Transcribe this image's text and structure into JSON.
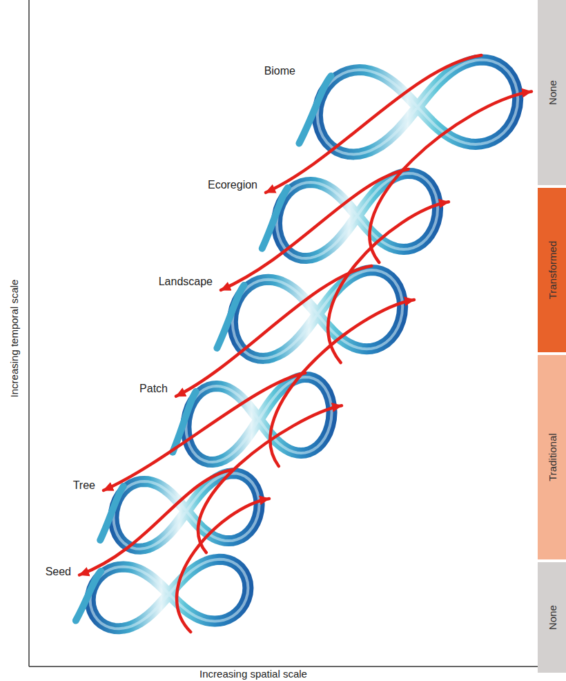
{
  "diagram": {
    "nodes": [
      {
        "text": [
          "Biome"
        ]
      },
      {
        "text": [
          "Ecoregion"
        ]
      },
      {
        "text": [
          "Landscape"
        ]
      },
      {
        "text": [
          "Patch"
        ]
      },
      {
        "text": [
          "Tree"
        ]
      },
      {
        "text": [
          "Seed"
        ]
      },
      {
        "text": [
          "None"
        ]
      },
      {
        "text": [
          "Transformed"
        ]
      },
      {
        "text": [
          "Traditional"
        ]
      },
      {
        "text": [
          "None"
        ]
      }
    ],
    "edges": [
      {
        "from": 0,
        "to": 1,
        "arrow": "to"
      },
      {
        "from": 1,
        "to": 0,
        "arrow": "to"
      },
      {
        "from": 1,
        "to": 2,
        "arrow": "to"
      },
      {
        "from": 2,
        "to": 1,
        "arrow": "to"
      },
      {
        "from": 2,
        "to": 3,
        "arrow": "to"
      },
      {
        "from": 3,
        "to": 2,
        "arrow": "to"
      },
      {
        "from": 3,
        "to": 4,
        "arrow": "to"
      },
      {
        "from": 4,
        "to": 3,
        "arrow": "to"
      },
      {
        "from": 4,
        "to": 5,
        "arrow": "to"
      },
      {
        "from": 5,
        "to": 4,
        "arrow": "to"
      }
    ],
    "labels": [
      "Increasing temporal scale",
      "Increasing spatial scale"
    ]
  }
}
